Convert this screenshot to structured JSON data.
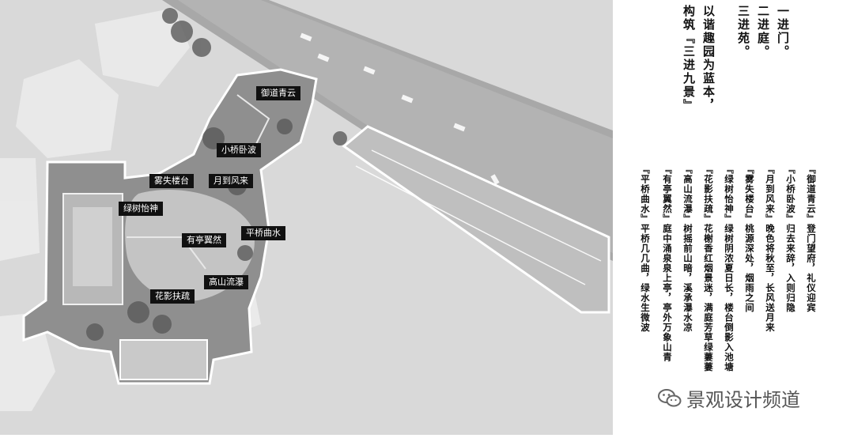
{
  "labels": [
    {
      "text": "御道青云"
    },
    {
      "text": "小桥卧波"
    },
    {
      "text": "雾失楼台"
    },
    {
      "text": "月到风来"
    },
    {
      "text": "绿树怡神"
    },
    {
      "text": "有亭翼然"
    },
    {
      "text": "平桥曲水"
    },
    {
      "text": "高山流瀑"
    },
    {
      "text": "花影扶疏"
    }
  ],
  "intro_lines": [
    "一进门。",
    "二进庭。",
    "三进苑。",
    "以谐趣园为蓝本，",
    "构筑『三进九景』"
  ],
  "scenes": [
    "『御道青云』登门望府，礼仪迎宾",
    "『小桥卧波』归去来辞，入则归隐",
    "『月到风来』晚色将秋至，长风送月来",
    "『雾失楼台』桃源深处，烟雨之间",
    "『绿树怡神』绿树阴浓夏日长，楼台倒影入池塘",
    "『花影扶疏』花榭香红烟景迷，满庭芳草绿萋萋",
    "『高山流瀑』树摇前山暗，溪承瀑水凉",
    "『有亭翼然』庭中涌泉泉上亭，亭外万象山青",
    "『平桥曲水』平桥几几曲，绿水生微波"
  ],
  "watermark": "景观设计频道",
  "icons": {
    "watermark": "wechat-icon"
  }
}
